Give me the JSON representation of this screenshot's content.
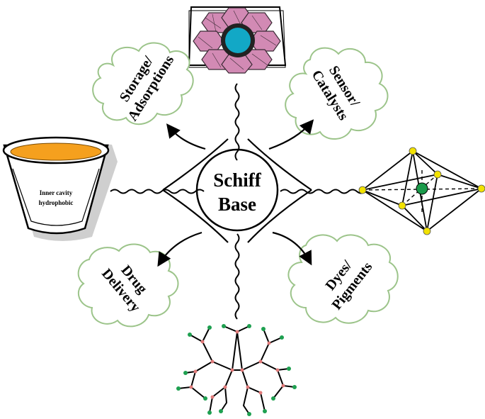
{
  "center": {
    "line1": "Schiff",
    "line2": "Base"
  },
  "applications": {
    "storage": {
      "line1": "Storage/",
      "line2": "Adsorptions"
    },
    "sensor": {
      "line1": "Sensor/",
      "line2": "Catalysts"
    },
    "drug": {
      "line1": "Drug",
      "line2": "Delivery"
    },
    "dyes": {
      "line1": "Dyes/",
      "line2": "Pigments"
    }
  },
  "cup": {
    "line1": "Inner cavity",
    "line2": "hydrophobic"
  },
  "colors": {
    "cloud_stroke": "#9cc48a",
    "cup_fill": "#f5a01e",
    "framework_fill": "#d28ab4",
    "framework_pore": "#12a8c6",
    "cluster_node": "#f2e200",
    "cluster_core": "#1a9a4a",
    "dendrimer_node": "#1ea050",
    "dendrimer_joint": "#e07a7a"
  }
}
